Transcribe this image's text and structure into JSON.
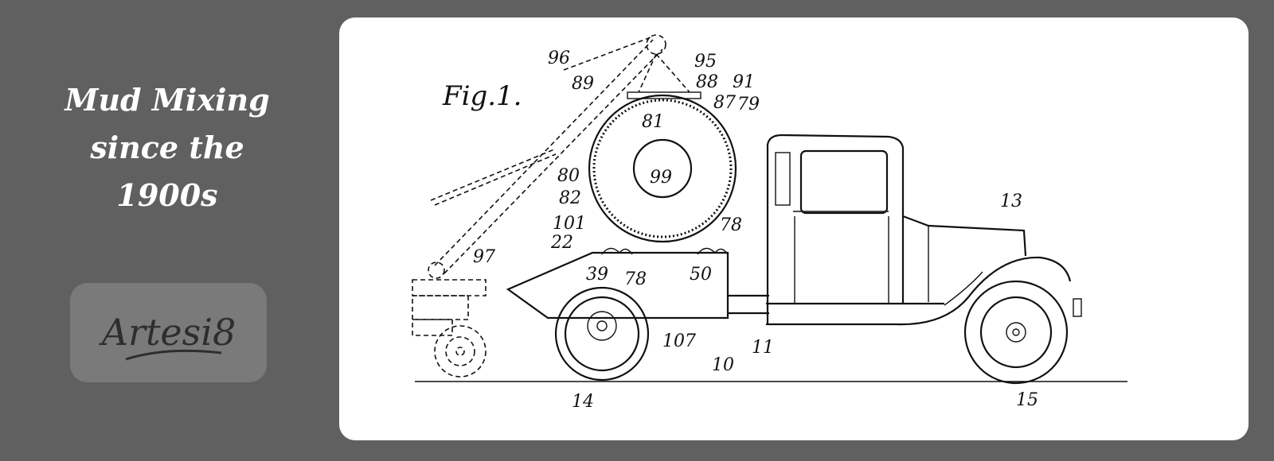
{
  "headline": {
    "line1": "Mud Mixing",
    "line2": "since the",
    "line3": "1900s"
  },
  "logo": {
    "text": "Artesi8"
  },
  "drawing": {
    "figure_label": "Fig.1.",
    "labels": [
      "96",
      "95",
      "89",
      "88",
      "91",
      "87",
      "79",
      "81",
      "99",
      "80",
      "82",
      "101",
      "22",
      "78",
      "97",
      "39",
      "78",
      "50",
      "13",
      "107",
      "11",
      "10",
      "14",
      "15"
    ]
  },
  "colors": {
    "background": "#606060",
    "panel": "#ffffff",
    "logo_box": "#7a7a7a",
    "text": "#ffffff"
  }
}
